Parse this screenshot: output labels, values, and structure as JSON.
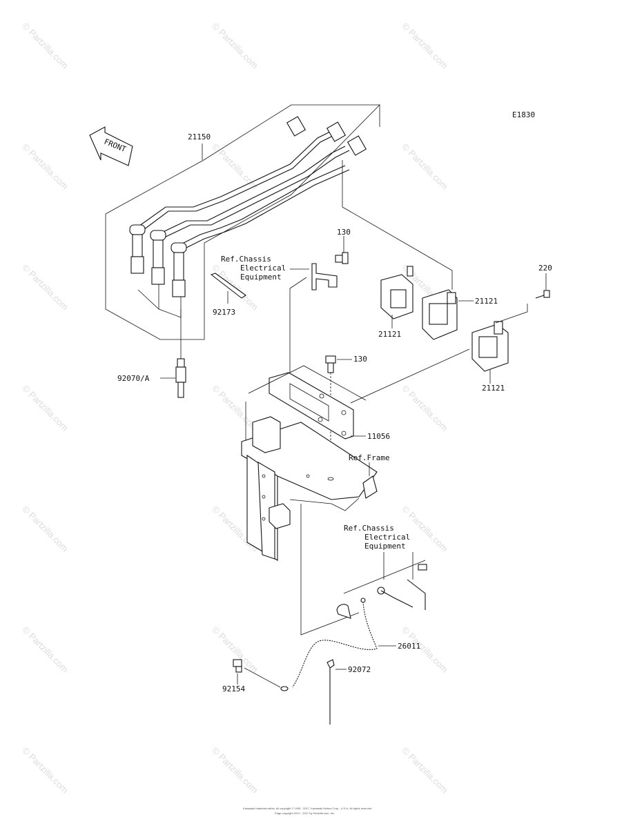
{
  "diagram_code": "E1830",
  "front_label": "FRONT",
  "watermark_text": "© Partzilla.com",
  "parts": {
    "spark_plug_cable": "21150",
    "bolt_upper": "130",
    "bolt_lower": "130",
    "bolt_220": "220",
    "coil_a": "21121",
    "coil_b": "21121",
    "coil_c": "21121",
    "band": "92173",
    "spark_plug": "92070/A",
    "bracket": "11056",
    "lead_wire": "26011",
    "clamp": "92072",
    "bolt_92154": "92154"
  },
  "refs": {
    "chassis_upper": [
      "Ref.Chassis",
      "Electrical",
      "Equipment"
    ],
    "frame": "Ref.Frame",
    "chassis_lower": [
      "Ref.Chassis",
      "Electrical",
      "Equipment"
    ]
  },
  "footer": {
    "line1": "Kawasaki materials within, all copyright © 1995 - 2017, Kawasaki Motors Corp., U.S.A. All rights reserved.",
    "line2": "Page copyright 2012 - 2017 by Partzilla.com, Inc."
  }
}
